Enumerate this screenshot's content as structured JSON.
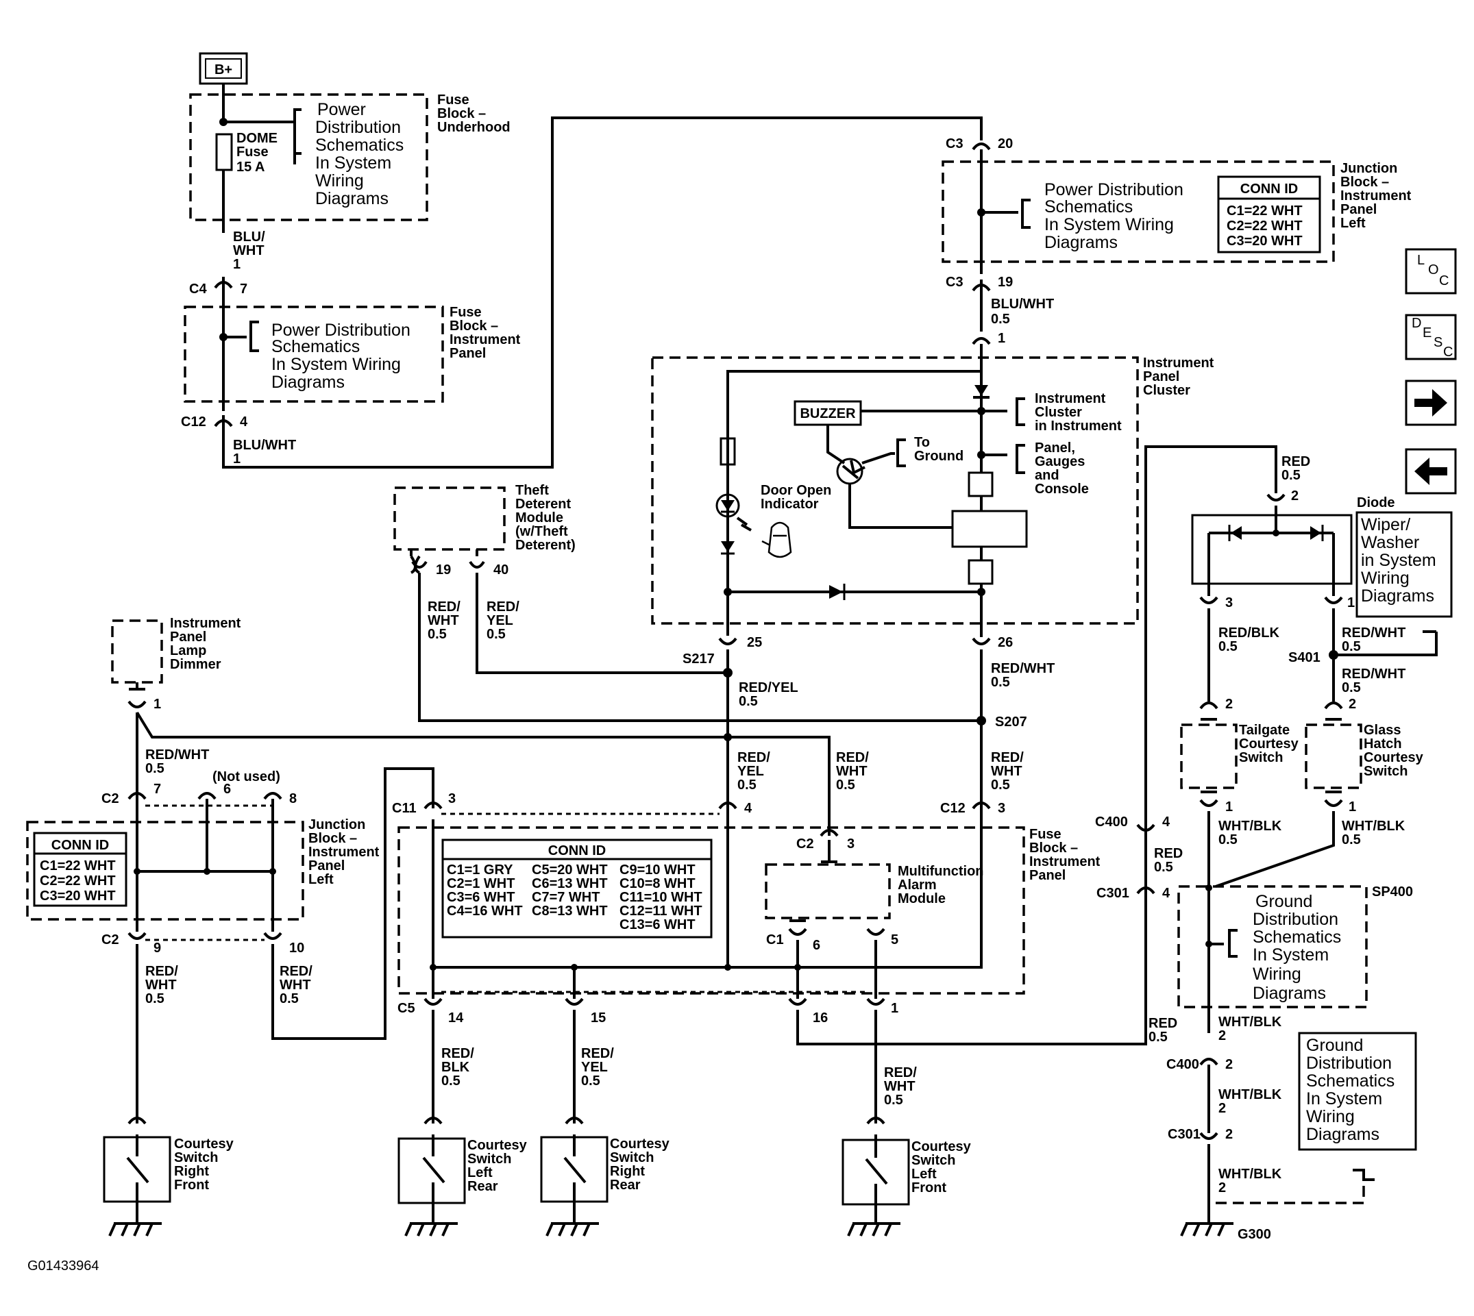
{
  "figure_id": "G01433964",
  "battery": "B+",
  "fuse_underhood": {
    "title": "Fuse Block – Underhood",
    "fuse": "DOME Fuse 15 A",
    "ref": "Power Distribution Schematics In System Wiring Diagrams"
  },
  "fuse_ip_top": {
    "title": "Fuse Block – Instrument Panel",
    "ref": "Power Distribution Schematics In System Wiring Diagrams"
  },
  "junction_ip_left_top": {
    "title": "Junction Block – Instrument Panel Left",
    "ref": "Power Distribution Schematics In System Wiring Diagrams",
    "conn_id_title": "CONN ID",
    "conn_ids": [
      "C1=22 WHT",
      "C2=22 WHT",
      "C3=20 WHT"
    ]
  },
  "junction_ip_left_bottom": {
    "title": "Junction Block – Instrument Panel Left",
    "conn_id_title": "CONN ID",
    "conn_ids": [
      "C1=22 WHT",
      "C2=22 WHT",
      "C3=20 WHT"
    ]
  },
  "fuse_ip_bottom": {
    "title": "Fuse Block – Instrument Panel",
    "conn_id_title": "CONN ID",
    "conn_ids": [
      "C1=1 GRY",
      "C2=1 WHT",
      "C3=6 WHT",
      "C4=16 WHT",
      "C5=20 WHT",
      "C6=13 WHT",
      "C7=7 WHT",
      "C8=13 WHT",
      "C9=10 WHT",
      "C10=8 WHT",
      "C11=10 WHT",
      "C12=11 WHT",
      "C13=6 WHT"
    ]
  },
  "cluster": {
    "title": "Instrument Panel Cluster",
    "buzzer": "BUZZER",
    "to_ground": "To Ground",
    "door_open": "Door Open Indicator",
    "ref1": "Instrument Cluster in Instrument",
    "ref2": "Panel, Gauges and Console"
  },
  "theft_module": "Theft Deterent Module (w/Theft Deterent)",
  "lamp_dimmer": "Instrument Panel Lamp Dimmer",
  "alarm_module": "Multifunction Alarm Module",
  "diode": "Diode",
  "wiper_ref": "Wiper/ Washer in System Wiring Diagrams",
  "ground_ref": "Ground Distribution Schematics In System Wiring Diagrams",
  "tailgate_switch": "Tailgate Courtesy Switch",
  "glass_hatch_switch": "Glass Hatch Courtesy Switch",
  "courtesy_switches": [
    "Courtesy Switch Right Front",
    "Courtesy Switch Left Rear",
    "Courtesy Switch Right Rear",
    "Courtesy Switch Left Front"
  ],
  "not_used": "(Not used)",
  "nav_buttons": [
    "LOC",
    "DESC",
    "next",
    "back"
  ],
  "wire_labels": [
    "BLU/ WHT 1",
    "BLU/WHT 1",
    "BLU/WHT 0.5",
    "RED/WHT 0.5",
    "RED/YEL 0.5",
    "RED/BLK 0.5",
    "RED 0.5",
    "WHT/BLK 0.5",
    "WHT/BLK 2"
  ],
  "splices": [
    "S217",
    "S207",
    "S401",
    "SP400"
  ],
  "connectors": [
    "C2",
    "C3",
    "C4",
    "C5",
    "C11",
    "C12",
    "C1",
    "C301",
    "C400",
    "G300"
  ]
}
